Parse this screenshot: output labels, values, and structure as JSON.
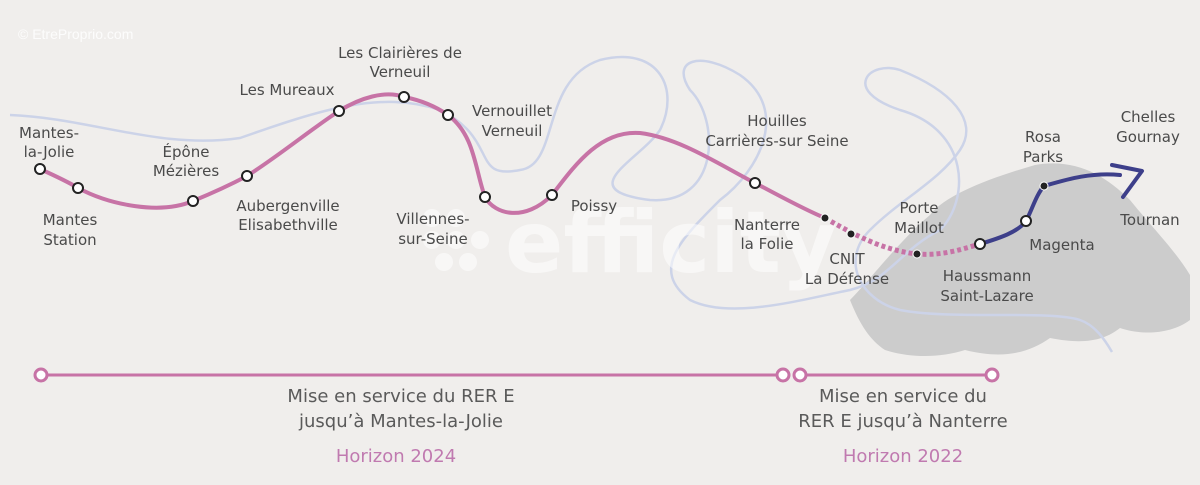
{
  "watermark": "© EtreProprio.com",
  "brand": "efficity",
  "colors": {
    "line_rer_e": "#c773a6",
    "line_extension": "#3d3f8a",
    "river": "#ccd3e8",
    "paris": "#cccccc",
    "station_fill": "#ffffff",
    "station_stroke": "#222222",
    "horizon": "#c07ab0"
  },
  "stations": [
    {
      "id": "mantes-la-jolie",
      "label": [
        "Mantes-",
        "la-Jolie"
      ]
    },
    {
      "id": "mantes-station",
      "label": [
        "Mantes",
        "Station"
      ]
    },
    {
      "id": "epone-mezieres",
      "label": [
        "Épône",
        "Mézières"
      ]
    },
    {
      "id": "aubergenville",
      "label": [
        "Aubergenville",
        "Elisabethville"
      ]
    },
    {
      "id": "les-mureaux",
      "label": [
        "Les Mureaux"
      ]
    },
    {
      "id": "les-clairieres",
      "label": [
        "Les Clairières de",
        "Verneuil"
      ]
    },
    {
      "id": "vernouillet",
      "label": [
        "Vernouillet",
        "Verneuil"
      ]
    },
    {
      "id": "villennes",
      "label": [
        "Villennes-",
        "sur-Seine"
      ]
    },
    {
      "id": "poissy",
      "label": [
        "Poissy"
      ]
    },
    {
      "id": "houilles",
      "label": [
        "Houilles",
        "Carrières-sur Seine"
      ]
    },
    {
      "id": "nanterre",
      "label": [
        "Nanterre",
        "la Folie"
      ]
    },
    {
      "id": "cnit",
      "label": [
        "CNIT",
        "La Défense"
      ]
    },
    {
      "id": "porte-maillot",
      "label": [
        "Porte",
        "Maillot"
      ]
    },
    {
      "id": "haussmann",
      "label": [
        "Haussmann",
        "Saint-Lazare"
      ]
    },
    {
      "id": "magenta",
      "label": [
        "Magenta"
      ]
    },
    {
      "id": "rosa-parks",
      "label": [
        "Rosa",
        "Parks"
      ]
    },
    {
      "id": "chelles",
      "label": [
        "Chelles",
        "Gournay"
      ]
    },
    {
      "id": "tournan",
      "label": [
        "Tournan"
      ]
    }
  ],
  "phases": [
    {
      "id": "phase-2024",
      "text": [
        "Mise en service du RER E",
        "jusqu’à Mantes-la-Jolie"
      ],
      "horizon": "Horizon 2024"
    },
    {
      "id": "phase-2022",
      "text": [
        "Mise en service du",
        "RER E jusqu’à Nanterre"
      ],
      "horizon": "Horizon 2022"
    }
  ]
}
